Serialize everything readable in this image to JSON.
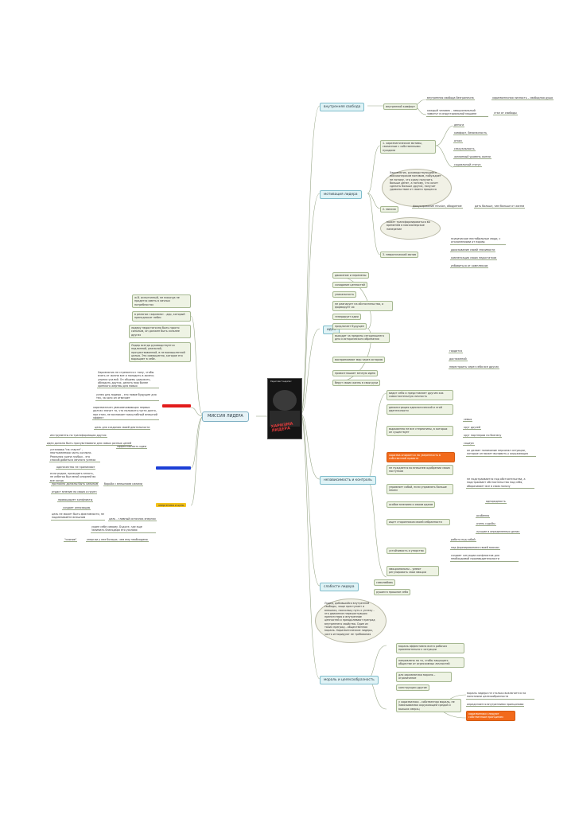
{
  "center": {
    "title": "МИССИЯ ЛИДЕРА"
  },
  "book": {
    "title": "ХАРИЗМА ЛИДЕРА",
    "author": "Радислав Гандапас"
  },
  "branches": {
    "freedom": {
      "title": "внутренняя свобода",
      "sub": "внутренний комфорт",
      "leaves": [
        "внутренняя свобода безгранична",
        "харизматичная личность – свободная душа",
        "каждый человек – эмоциональный замкнут в индустриальной машине",
        "стал от свободы"
      ]
    },
    "motivation": {
      "title": "мотивация лидера",
      "group1": "1. харизматические мотивы, связанные с собственными нуждами",
      "group1_leaves": [
        "деньги",
        "комфорт, безопасность",
        "отказ",
        "сексуальность",
        "желаемый уровень жизни",
        "социальный статус"
      ],
      "blob": "Харизматик, руководствующийся миссионерским мотивом, побуждает не потому, что сразу получить больше денег, а потому, что хочет сделать больше других, получит удовольствие от своего процесса",
      "group2": "2. миссия",
      "group2_leaf": "фокусирование mission, ободрение",
      "group2_leaf2": "дать больше, чем больше от жизни",
      "transform": "может трансформироваться во временем в миссионерское намерение",
      "group3": "3. невротический мотив",
      "group3_leaves": [
        "психическое нестабильные люди, с отклонениями от нормы",
        "доказывание своей значимости",
        "компенсация своих недостатков",
        "избавиться от комплексов"
      ]
    },
    "idea": {
      "title": "идея",
      "items": [
        "движение и перемены",
        "созидание ценностей",
        "уникальность",
        "не реагирует на обстоятельства, а формирует их",
        "генерирует идеи",
        "предлагает будущее",
        "выходит за пределы сегодняшнего дня и исторического обрезания",
        "воспринимают мир через историю",
        "провозглашает вечную идею",
        "берут своих жизнь в свои руки"
      ],
      "history_leaves": [
        "гордится",
        "достижений",
        "перестроить через себя все других"
      ]
    },
    "independence": {
      "title": "независимость и контроль",
      "items": [
        "видит себя и представляет другим как самостоятельную личность",
        "демонстрация идеологический и этой идентичности",
        "выраженно не все стереотипы, в которых он существует",
        "харизма опирается на уверенность в собственной правоте",
        "не нуждается во внешнем одобрении своих поступков",
        "управляет собой, если управлять больше некем",
        "особое мнением и своим идеям",
        "ищет сторонников своей избранности",
        "устойчивость и упорство",
        "эмоциональны – умеют регулировать свои эмоции"
      ],
      "stereotype_leaves": [
        "семья",
        "круг друзей",
        "круг партнеров по бизнесу",
        "социум"
      ],
      "orange_leaf": "он делает понимание персонал ситуации, которые он может вызывать у окружающих",
      "manage_leaf1": "не подстраивается под обстоятельства, а подстраивает обстоятельства под себя, оборачивает все в свою пользу",
      "idea_leaf": "однородность",
      "chosen_leaves": [
        "особенно",
        "очень судьбы",
        "лучшие в определенных делах"
      ],
      "stable_leaves": [
        "работа над собой",
        "над формированием своей миссии",
        "создает ситуации конфликтов для необходимой производительности"
      ]
    },
    "weakness": {
      "title": "слабости лидера",
      "items": [
        "самолюбовь",
        "рушим в прошлое себя"
      ]
    },
    "moral": {
      "title": "мораль и целесообразность",
      "blob": "Лидер, добившийся внутренней свободы, чаще преступает и внешних, поскольку путь к успеху - это движение перешагнувших препятствия и внутренние ценностей и преодолевают преград внутреннего свойства. Один из таких преград - общественная мораль. Харизматические лидеры, часто игнорируют ее требования",
      "items": [
        "мораль эффективна всего рабочих применительно к ситуации",
        "направлено на то, чтобы защищать обществе от агрессивных личностей",
        "для харизматика мораль – ограничение",
        "конструкции другие",
        "у харизматика - собственная мораль, не навязываемая окружающей средой и высших сверхц"
      ],
      "last_leaves": [
        "мораль лидера не столько возлагается на понятиями целесообразности",
        "определяется внутренними принципами"
      ],
      "orange_leaf": "харизматики следуют собственным принципам"
    }
  },
  "left": {
    "gray": [
      "ж.б. испытанный, не никогда не придется иметь в личных потребностях",
      "в религии «харизма» - дар, который преподносит небес",
      "лидеру недостаточно быть просто сильным, он должен быть сильнее других",
      "Лидер всегда руководствуется подлинной, реальной, прочувствованной, в не вымышленной целью. Это совершенно, которое его выращает в себе."
    ],
    "red": {
      "label": "",
      "leaves": [
        "Харизматик не стремится к тому, чтобы взять от жизни все и наладить в жизни; упреки усилий. Он общему удержать, обладать других, делать мир более крепкого жертвы для новых",
        "успех для лидера – это новое будущее для тех, за кого он отвечает",
        "харизматичен увековечивающих первых долгих значит то, что положить пусти долго, при этом, не возникает масштабный внешний эффект"
      ]
    },
    "blue": {
      "label": "",
      "leaves": [
        "цель для создания своей деятельности",
        "эффективность идеи",
        "инструменты по трансформации других",
        "идея должна быть прочувствована для самых разных целей",
        "установка \"на старте\" - неотъемлемая часть коллоги. Реальная сцена грубых - это способ добиться личного успеха",
        "борьба с внешними силами",
        "одиночество не принимают",
        "если рядом, приходить вплоть, не избегая был мной опорней во все когда",
        "протяжно должны быть сильным",
        "отдаст мнение на своих и групп",
        "провоцирует конфликты",
        "создает оппозицию"
      ]
    },
    "yellow": {
      "label": "энергетика и цель",
      "leaves": [
        "цель не может быть фиктивности, не подменивайте внешним",
        "цель - главный источник энергии",
        "укреп себе самому. Будьте, где еще занимать благодаря его усилиях",
        "\"сияние\"",
        "энергии у нее больше, чем ему необходимо"
      ]
    }
  },
  "colors": {
    "line": "#9aa88a",
    "accent_orange": "#f26a1b",
    "red": "#e21b1b",
    "blue": "#1c3fd6",
    "yellow": "#f4c21b",
    "cyan": "#dff3f6"
  }
}
